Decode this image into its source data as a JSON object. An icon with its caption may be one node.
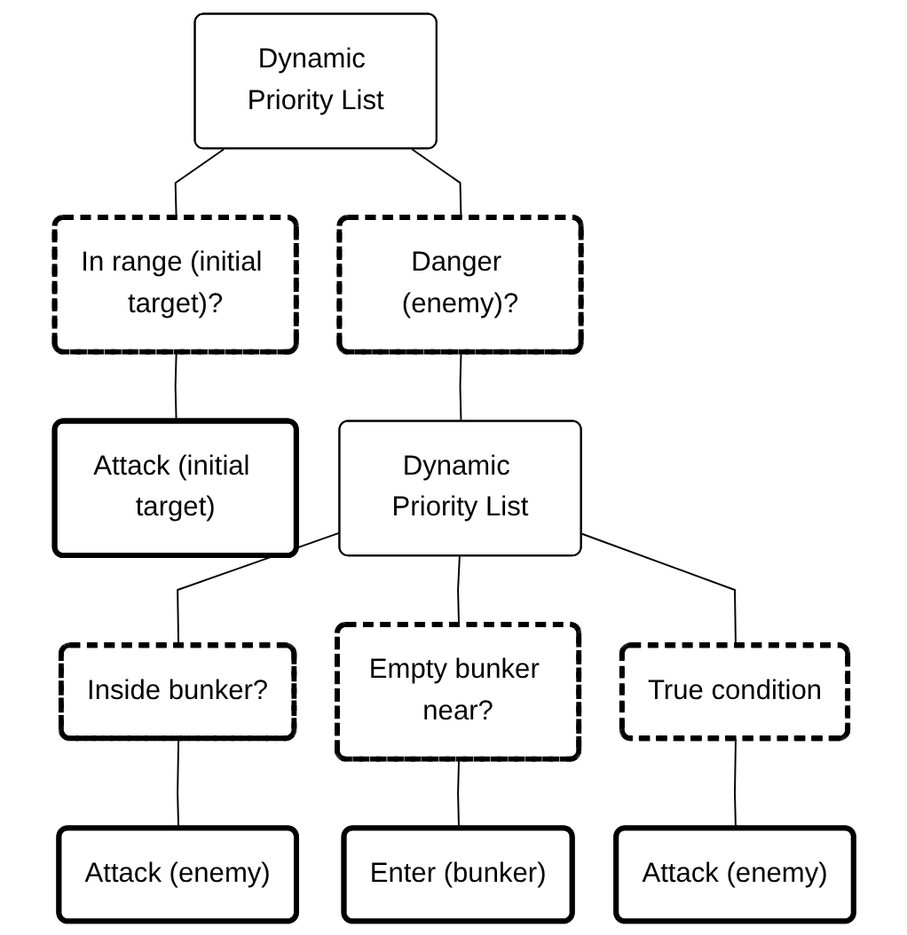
{
  "diagram": {
    "nodes": [
      {
        "text": [
          "Dynamic Priority List"
        ]
      },
      {
        "text": [
          "In range (initial target)?"
        ]
      },
      {
        "text": [
          "Danger (enemy)?"
        ]
      },
      {
        "text": [
          "Attack (initial target)"
        ]
      },
      {
        "text": [
          "Dynamic Priority List"
        ]
      },
      {
        "text": [
          "Inside bunker?"
        ]
      },
      {
        "text": [
          "Empty bunker near?"
        ]
      },
      {
        "text": [
          "True condition"
        ]
      },
      {
        "text": [
          "Attack (enemy)"
        ]
      },
      {
        "text": [
          "Enter (bunker)"
        ]
      },
      {
        "text": [
          "Attack (enemy)"
        ]
      }
    ],
    "edges": [
      {
        "from": 0,
        "to": 1,
        "arrow": "none"
      },
      {
        "from": 0,
        "to": 2,
        "arrow": "none"
      },
      {
        "from": 1,
        "to": 3,
        "arrow": "none"
      },
      {
        "from": 2,
        "to": 4,
        "arrow": "none"
      },
      {
        "from": 4,
        "to": 5,
        "arrow": "none"
      },
      {
        "from": 4,
        "to": 6,
        "arrow": "none"
      },
      {
        "from": 4,
        "to": 7,
        "arrow": "none"
      },
      {
        "from": 5,
        "to": 8,
        "arrow": "none"
      },
      {
        "from": 6,
        "to": 9,
        "arrow": "none"
      },
      {
        "from": 7,
        "to": 10,
        "arrow": "none"
      }
    ]
  }
}
